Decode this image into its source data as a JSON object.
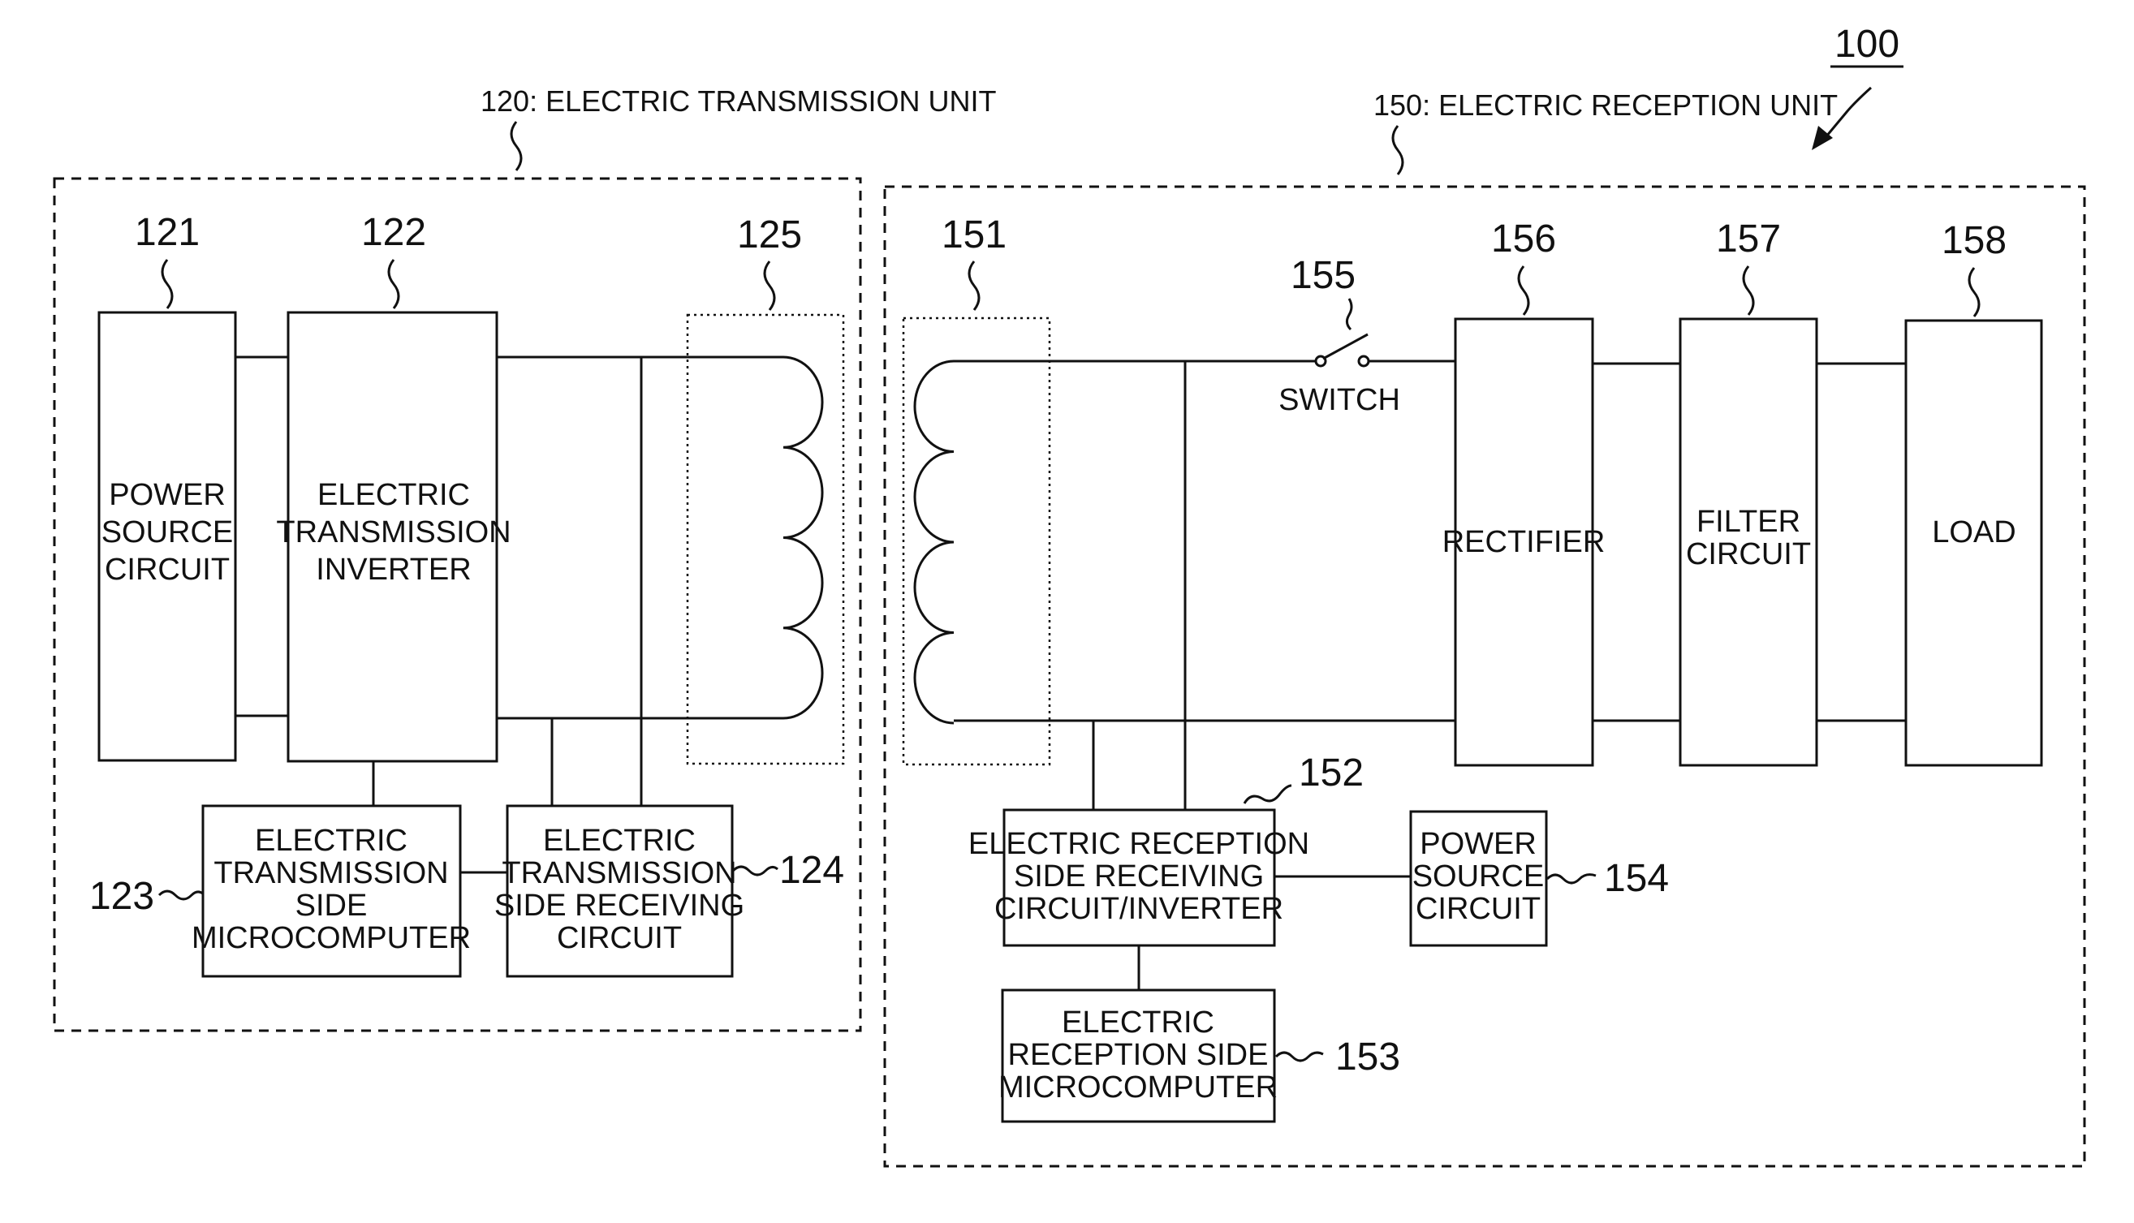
{
  "figure_ref": "100",
  "transmission_unit": {
    "label": "120: ELECTRIC TRANSMISSION UNIT",
    "power_source": {
      "ref": "121",
      "lines": [
        "POWER",
        "SOURCE",
        "CIRCUIT"
      ]
    },
    "inverter": {
      "ref": "122",
      "lines": [
        "ELECTRIC",
        "TRANSMISSION",
        "INVERTER"
      ]
    },
    "microcomputer": {
      "ref": "123",
      "lines": [
        "ELECTRIC",
        "TRANSMISSION",
        "SIDE",
        "MICROCOMPUTER"
      ]
    },
    "receiving_circuit": {
      "ref": "124",
      "lines": [
        "ELECTRIC",
        "TRANSMISSION",
        "SIDE RECEIVING",
        "CIRCUIT"
      ]
    },
    "coil": {
      "ref": "125"
    }
  },
  "reception_unit": {
    "label": "150: ELECTRIC RECEPTION UNIT",
    "coil": {
      "ref": "151"
    },
    "receiving_inverter": {
      "ref": "152",
      "lines": [
        "ELECTRIC RECEPTION",
        "SIDE RECEIVING",
        "CIRCUIT/INVERTER"
      ]
    },
    "microcomputer": {
      "ref": "153",
      "lines": [
        "ELECTRIC",
        "RECEPTION SIDE",
        "MICROCOMPUTER"
      ]
    },
    "power_source": {
      "ref": "154",
      "lines": [
        "POWER",
        "SOURCE",
        "CIRCUIT"
      ]
    },
    "switch": {
      "ref": "155",
      "label": "SWITCH"
    },
    "rectifier": {
      "ref": "156",
      "lines": [
        "RECTIFIER"
      ]
    },
    "filter": {
      "ref": "157",
      "lines": [
        "FILTER",
        "CIRCUIT"
      ]
    },
    "load": {
      "ref": "158",
      "lines": [
        "LOAD"
      ]
    }
  }
}
